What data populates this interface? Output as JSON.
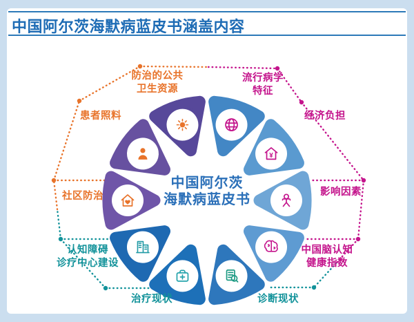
{
  "frame": {
    "bg": "#cbdeef",
    "panel_bg": "#ffffff",
    "rule_color": "#2c79b8"
  },
  "title": {
    "text": "中国阿尔茨海默病蓝皮书涵盖内容",
    "color": "#1e6cb5"
  },
  "center": {
    "line1": "中国阿尔茨",
    "line2": "海默病蓝皮书",
    "color": "#2a6fb8"
  },
  "colors": {
    "magenta": "#c4148c",
    "orange": "#e8732a",
    "teal": "#12929a"
  },
  "petals": [
    {
      "id": "epidemiology",
      "label_line1": "流行病学",
      "label_line2": "特征",
      "label_color": "#c4148c",
      "petal_color": "#4387c5",
      "icon": "globe-icon",
      "icon_color": "#c4148c"
    },
    {
      "id": "economic-burden",
      "label_line1": "经济负担",
      "label_color": "#c4148c",
      "petal_color": "#5a9ad0",
      "icon": "house-yen-icon",
      "icon_color": "#c4148c",
      "icon_symbol": "¥"
    },
    {
      "id": "influencing-factors",
      "label_line1": "影响因素",
      "label_color": "#c4148c",
      "petal_color": "#6fa6d6",
      "icon": "person-icon",
      "icon_color": "#c4148c"
    },
    {
      "id": "brain-health-index",
      "label_line1": "中国脑认知",
      "label_line2": "健康指数",
      "label_color": "#c4148c",
      "petal_color": "#5e9bd2",
      "icon": "brain-icon",
      "icon_color": "#c4148c"
    },
    {
      "id": "diagnosis-status",
      "label_line1": "诊断现状",
      "label_color": "#12929a",
      "petal_color": "#2e77bc",
      "icon": "document-search-icon",
      "icon_color": "#1d9a83"
    },
    {
      "id": "treatment-status",
      "label_line1": "治疗现状",
      "label_color": "#12929a",
      "petal_color": "#1d70b8",
      "icon": "medkit-icon",
      "icon_color": "#25a3ab"
    },
    {
      "id": "cognitive-center",
      "label_line1": "认知障碍",
      "label_line2": "诊疗中心建设",
      "label_color": "#12929a",
      "petal_color": "#1e69b2",
      "icon": "building-icon",
      "icon_color": "#219aa5"
    },
    {
      "id": "community-prevention",
      "label_line1": "社区防治",
      "label_color": "#e8732a",
      "petal_color": "#6f55a8",
      "icon": "house-heart-icon",
      "icon_color": "#e8732a"
    },
    {
      "id": "patient-care",
      "label_line1": "患者照料",
      "label_color": "#e8732a",
      "petal_color": "#6751a0",
      "icon": "caregiver-icon",
      "icon_color": "#e8732a"
    },
    {
      "id": "public-health-resources",
      "label_line1": "防治的公共",
      "label_line2": "卫生资源",
      "label_color": "#e8732a",
      "petal_color": "#57489a",
      "icon": "sun-icon",
      "icon_color": "#e8732a"
    }
  ]
}
